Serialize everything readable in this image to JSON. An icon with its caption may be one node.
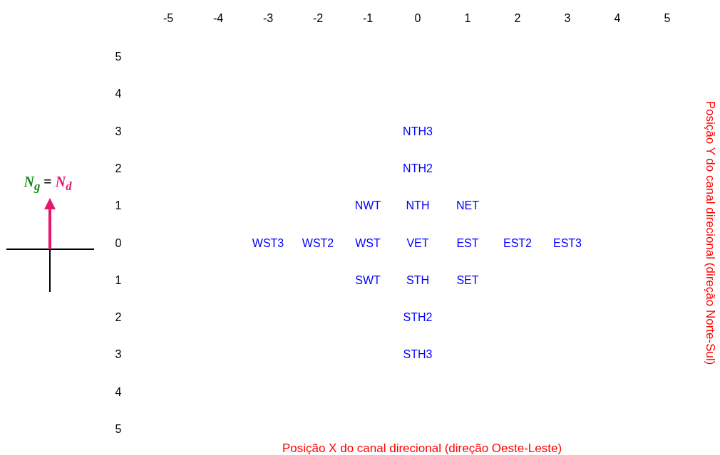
{
  "diagram": {
    "labels": [
      "-5",
      "-4",
      "-3",
      "-2",
      "-1",
      "0",
      "1",
      "2",
      "3",
      "4",
      "5",
      "5",
      "4",
      "3",
      "NTH3",
      "2",
      "NTH2",
      "N$_{g}$",
      "=",
      "N$_{d}$",
      "1",
      "NWT",
      "NTH",
      "NET",
      "0",
      "WST3",
      "WST2",
      "WST",
      "VET",
      "EST",
      "EST2",
      "EST3",
      "1",
      "SWT",
      "STH",
      "SET",
      "2",
      "STH2",
      "3",
      "STH3",
      "4",
      "5",
      "Posição Y do canal direcional (direção Norte-Sul)",
      "Posição X do canal direcional (direção Oeste-Leste)"
    ]
  }
}
